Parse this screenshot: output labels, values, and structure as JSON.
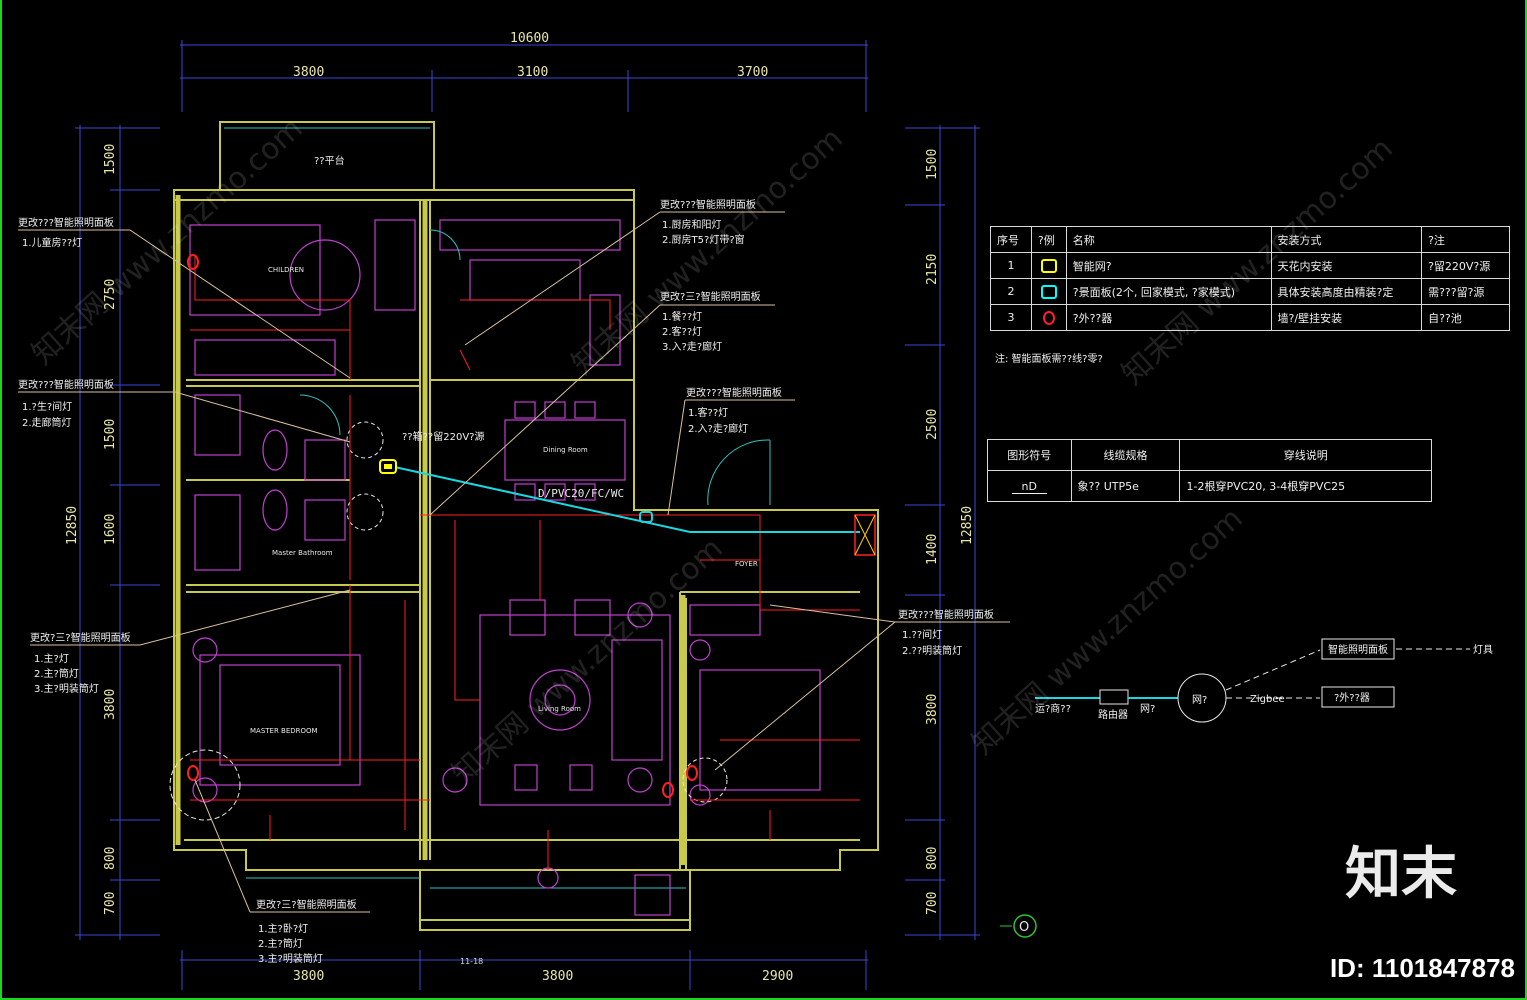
{
  "dimensions": {
    "top_total": "10600",
    "top_segments": [
      "3800",
      "3100",
      "3700"
    ],
    "left_segments": [
      "1500",
      "2750",
      "1500",
      "1600",
      "3800",
      "800",
      "700"
    ],
    "left_total": "12850",
    "right_segments": [
      "1500",
      "2150",
      "2500",
      "1400",
      "3800",
      "800",
      "700"
    ],
    "right_total": "12850",
    "bottom_segments": [
      "3800",
      "3800",
      "2900"
    ],
    "bottom_small": "11-18"
  },
  "rooms": {
    "balcony_top": "??平台",
    "children": "CHILDREN",
    "dining": "Dining Room",
    "foyer": "FOYER",
    "master_bathroom": "Master Bathroom",
    "master_bedroom": "MASTER BEDROOM",
    "living_room": "Living Room"
  },
  "conduit_label": "D/PVC20/FC/WC",
  "hub_label": "??箱??留220V?源",
  "callouts": [
    {
      "title": "更改???智能照明面板",
      "lines": [
        "1.儿童房??灯"
      ]
    },
    {
      "title": "更改???智能照明面板",
      "lines": [
        "1.厨房和阳灯",
        "2.厨房T5?灯带?窗"
      ]
    },
    {
      "title": "更改?三?智能照明面板",
      "lines": [
        "1.餐??灯",
        "2.客??灯",
        "3.入?走?廊灯"
      ]
    },
    {
      "title": "更改???智能照明面板",
      "lines": [
        "1.?生?间灯",
        "2.走廊筒灯"
      ]
    },
    {
      "title": "更改???智能照明面板",
      "lines": [
        "1.客??灯",
        "2.入?走?廊灯"
      ]
    },
    {
      "title": "更改?三?智能照明面板",
      "lines": [
        "1.主?灯",
        "2.主?筒灯",
        "3.主?明装筒灯"
      ]
    },
    {
      "title": "更改???智能照明面板",
      "lines": [
        "1.??间灯",
        "2.??明装筒灯"
      ]
    },
    {
      "title": "更改?三?智能照明面板",
      "lines": [
        "1.主?卧?灯",
        "2.主?筒灯",
        "3.主?明装筒灯"
      ]
    }
  ],
  "legend_table": {
    "headers": [
      "序号",
      "?例",
      "名称",
      "安装方式",
      "?注"
    ],
    "rows": [
      {
        "no": "1",
        "symbol_color": "#ffff00",
        "name": "智能网?",
        "install": "天花内安装",
        "note": "?留220V?源"
      },
      {
        "no": "2",
        "symbol_color": "#00ffff",
        "name": "?景面板(2个, 回家模式, ?家模式)",
        "install": "具体安装高度由精装?定",
        "note": "需???留?源"
      },
      {
        "no": "3",
        "symbol_color": "#ff2020",
        "name": "?外??器",
        "install": "墙?/壁挂安装",
        "note": "自??池"
      }
    ],
    "footnote": "注: 智能面板需??线?零?"
  },
  "cable_table": {
    "headers": [
      "图形符号",
      "线缆规格",
      "穿线说明"
    ],
    "row": {
      "symbol": "nD",
      "spec": "象?? UTP5e",
      "note": "1-2根穿PVC20, 3-4根穿PVC25"
    }
  },
  "topology": {
    "source": "运?商??",
    "router": "路由器",
    "line_label": "网?",
    "gateway": "网?",
    "protocol": "Zigbee",
    "panel": "智能照明面板",
    "ir": "?外??器",
    "lamp": "灯具"
  },
  "axis_marker": "O",
  "brand": "知末",
  "image_id": "ID: 1101847878",
  "watermark": "知末网 www.znzmo.com",
  "colors": {
    "frame": "#1fd41f",
    "wall": "#c8c84a",
    "magenta": "#c040d0",
    "red": "#ff2020",
    "cyan": "#18d8e0",
    "yellow": "#ffff00"
  }
}
